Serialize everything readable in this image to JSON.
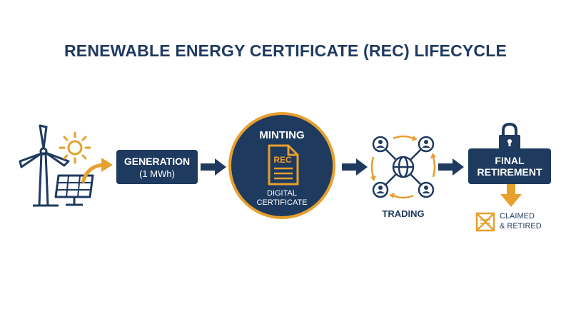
{
  "title": "RENEWABLE ENERGY CERTIFICATE (REC) LIFECYCLE",
  "generation": {
    "line1": "GENERATION",
    "line2": "(1 MWh)"
  },
  "minting": {
    "title": "MINTING",
    "doc_label": "REC",
    "sub_line1": "DIGITAL",
    "sub_line2": "CERTIFICATE"
  },
  "trading": {
    "label": "TRADING"
  },
  "retirement": {
    "line1": "FINAL",
    "line2": "RETIREMENT"
  },
  "claimed": {
    "line1": "CLAIMED",
    "line2": "& RETIRED"
  },
  "colors": {
    "navy": "#1f3a5f",
    "orange": "#e6a02e"
  },
  "icons": [
    "wind-turbine-icon",
    "sun-icon",
    "solar-panel-icon",
    "document-icon",
    "network-icon",
    "padlock-icon",
    "crossed-box-icon"
  ]
}
